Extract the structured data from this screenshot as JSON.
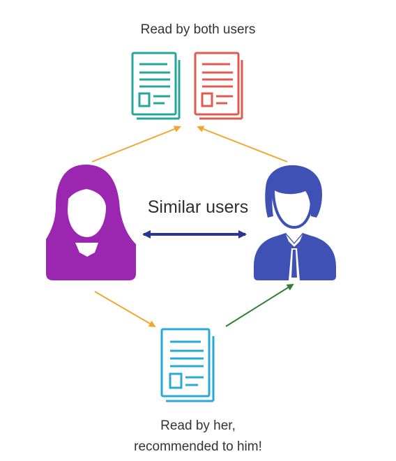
{
  "labels": {
    "top": "Read by both users",
    "middle": "Similar users",
    "bottom_line1": "Read by her,",
    "bottom_line2": "recommended to him!"
  },
  "colors": {
    "woman": "#9b27b0",
    "man": "#3f51b5",
    "doc_teal": "#26a69a",
    "doc_red": "#e05a4e",
    "doc_cyan": "#29a9d6",
    "arrow_orange": "#f0a830",
    "arrow_green": "#2e7d32",
    "arrow_navy": "#283593"
  },
  "icons": {
    "woman": "woman-user-icon",
    "man": "man-user-icon",
    "documents": "document-icon"
  }
}
